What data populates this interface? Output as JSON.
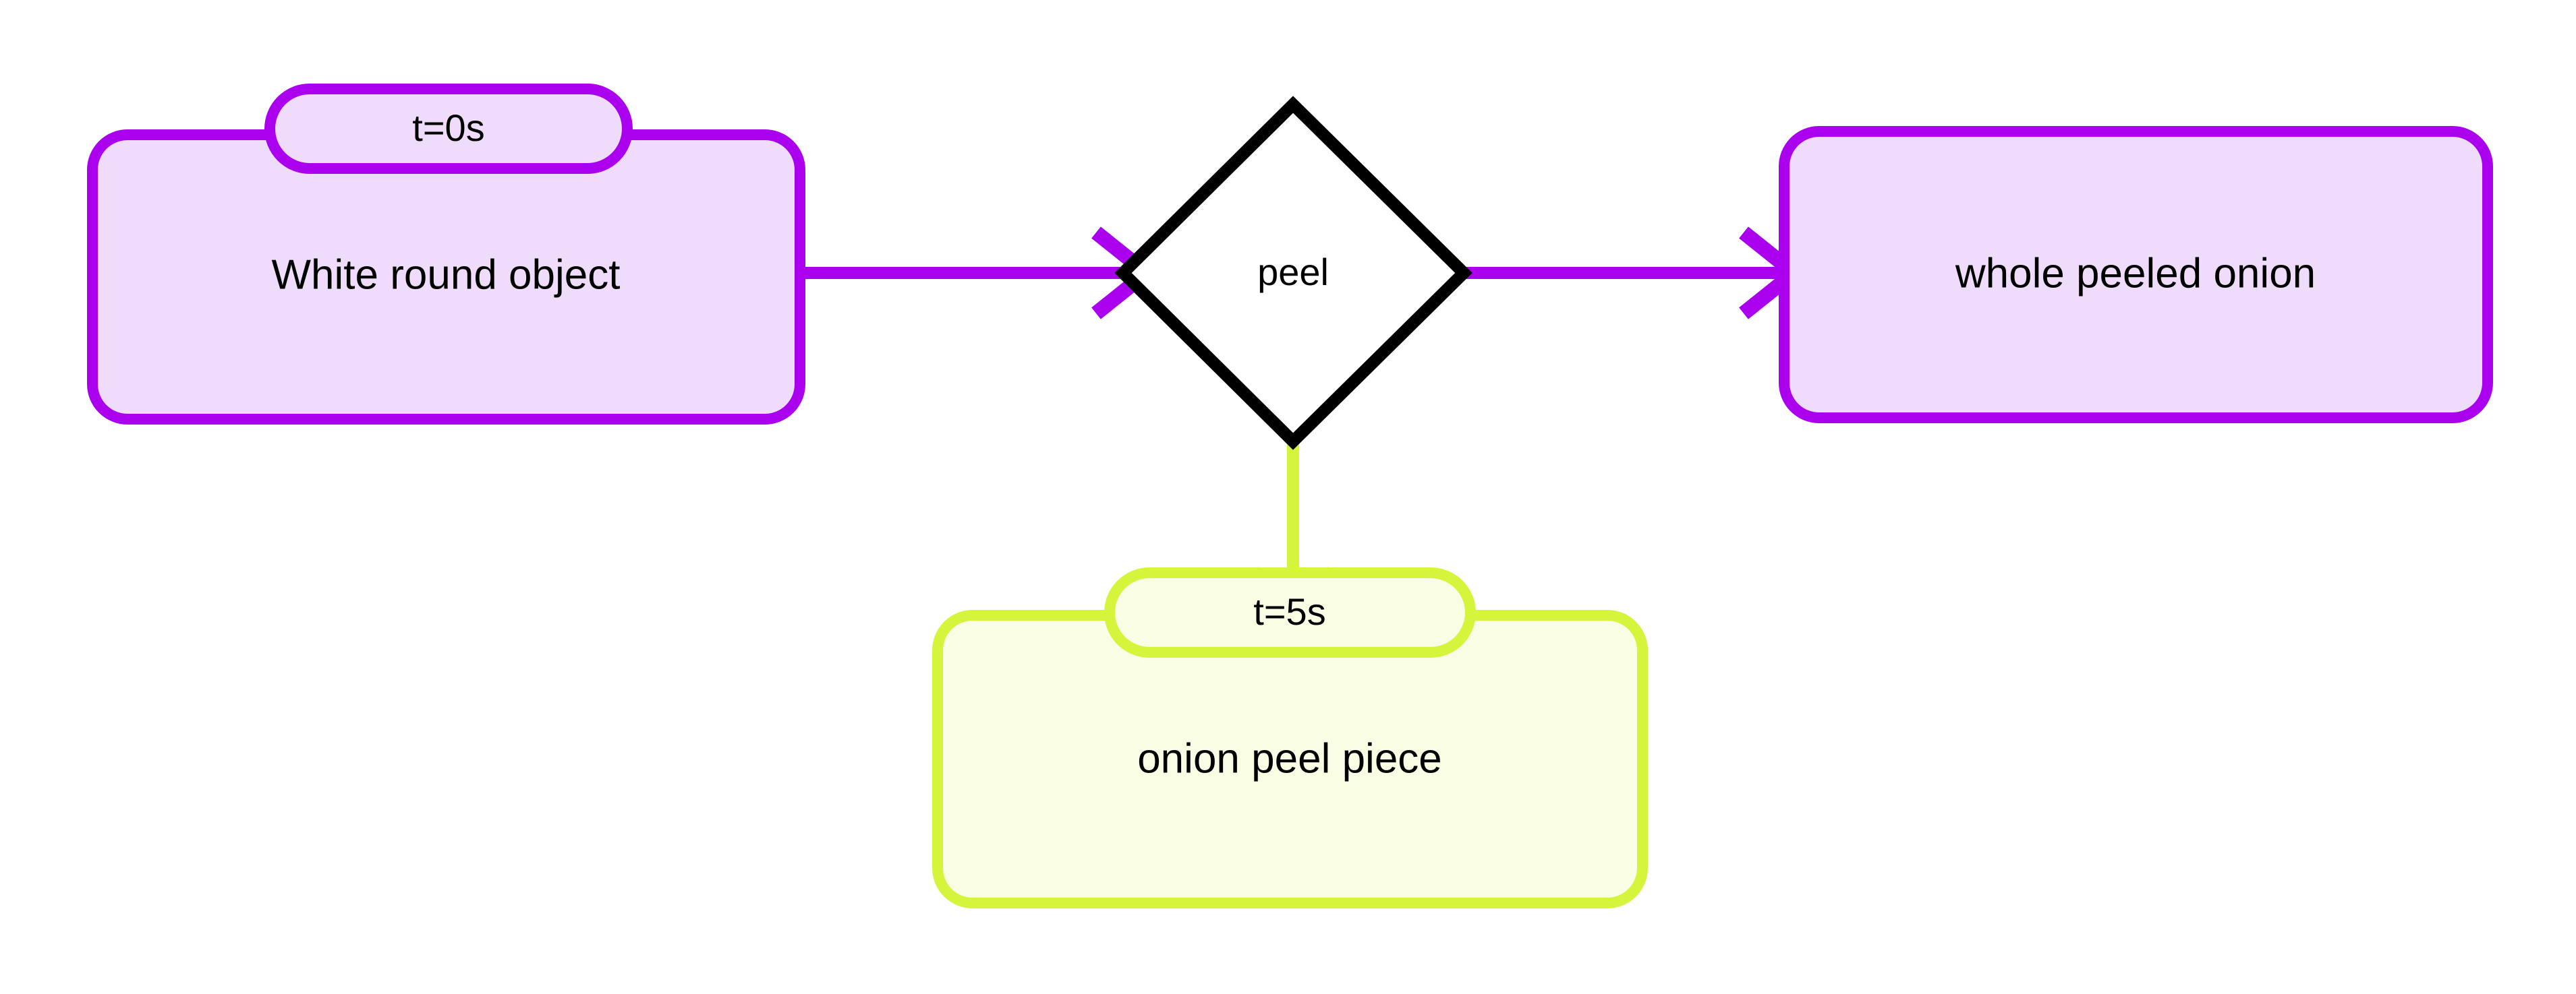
{
  "diagram": {
    "type": "state-transition-flow",
    "background_color": "#ffffff",
    "nodes": [
      {
        "id": "start",
        "label": "White round object",
        "time_badge": "t=0s",
        "shape": "rounded-rectangle-with-tab",
        "border_color": "#aa00ee",
        "fill_color": "#eedcfa",
        "text_color": "#000000"
      },
      {
        "id": "action",
        "label": "peel",
        "shape": "diamond",
        "border_color": "#000000",
        "fill_color": "#ffffff",
        "text_color": "#000000"
      },
      {
        "id": "result-right",
        "label": "whole peeled onion",
        "time_badge": "",
        "shape": "rounded-rectangle",
        "border_color": "#aa00ee",
        "fill_color": "#eedcfa",
        "text_color": "#000000"
      },
      {
        "id": "result-bottom",
        "label": "onion peel piece",
        "time_badge": "t=5s",
        "shape": "rounded-rectangle-with-tab",
        "border_color": "#d4f53c",
        "fill_color": "#f8fde4",
        "text_color": "#000000"
      }
    ],
    "edges": [
      {
        "id": "edge-start-to-action",
        "from": "start",
        "to": "action",
        "label": "",
        "color": "#aa00ee",
        "direction": "right",
        "arrowhead": "open-chevron"
      },
      {
        "id": "edge-action-to-right",
        "from": "action",
        "to": "result-right",
        "label": "",
        "color": "#aa00ee",
        "direction": "right",
        "arrowhead": "open-chevron"
      },
      {
        "id": "edge-action-to-bottom",
        "from": "action",
        "to": "result-bottom",
        "label": "",
        "color": "#d4f53c",
        "direction": "down",
        "arrowhead": "open-chevron"
      }
    ]
  }
}
